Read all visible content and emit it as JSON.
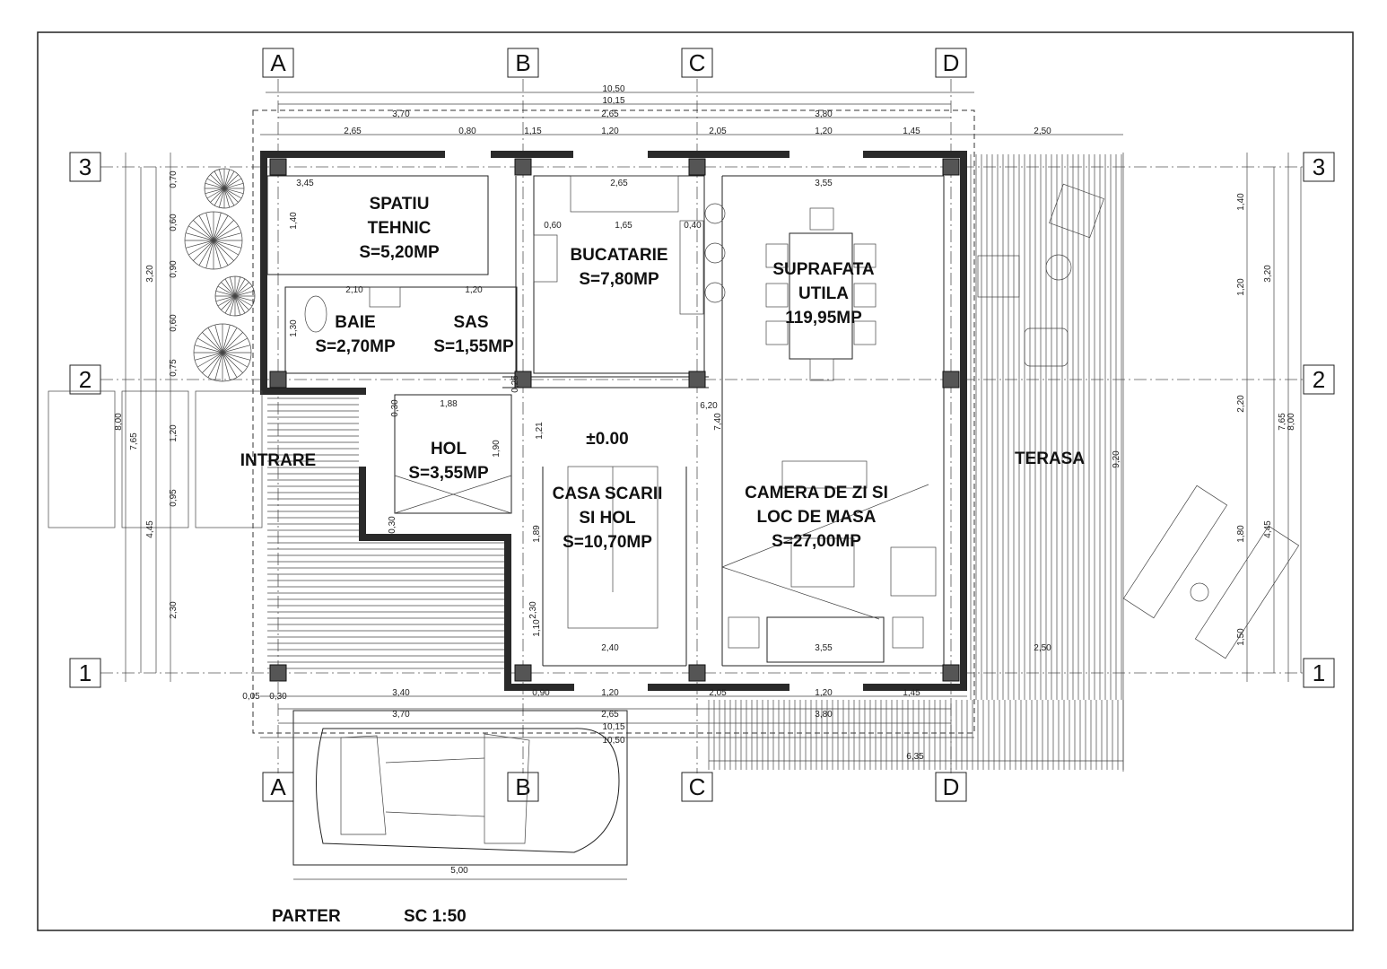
{
  "title": "PARTER",
  "scale": "SC 1:50",
  "axes": {
    "columns": [
      "A",
      "B",
      "C",
      "D"
    ],
    "rows": [
      "3",
      "2",
      "1"
    ]
  },
  "rooms": {
    "spatiu_tehnic": {
      "name_line1": "SPATIU",
      "name_line2": "TEHNIC",
      "area": "S=5,20MP"
    },
    "bucatarie": {
      "name": "BUCATARIE",
      "area": "S=7,80MP"
    },
    "suprafata_utila": {
      "name_line1": "SUPRAFATA",
      "name_line2": "UTILA",
      "area": "119,95MP"
    },
    "baie": {
      "name": "BAIE",
      "area": "S=2,70MP"
    },
    "sas": {
      "name": "SAS",
      "area": "S=1,55MP"
    },
    "hol": {
      "name": "HOL",
      "area": "S=3,55MP"
    },
    "level": "±0.00",
    "casa_scarii": {
      "name_line1": "CASA SCARII",
      "name_line2": "SI HOL",
      "area": "S=10,70MP"
    },
    "camera_de_zi": {
      "name_line1": "CAMERA DE ZI SI",
      "name_line2": "LOC DE MASA",
      "area": "S=27,00MP"
    },
    "intrare": "INTRARE",
    "terasa": "TERASA"
  },
  "dimensions": {
    "top": [
      "10,50",
      "10,15",
      "3,70",
      "2,65",
      "3,80",
      "2,65",
      "0,80",
      "1,15",
      "1,20",
      "2,05",
      "1,20",
      "1,45",
      "2,50"
    ],
    "bottom": [
      "0,05",
      "0,30",
      "3,40",
      "0,90",
      "1,20",
      "2,05",
      "1,20",
      "1,45",
      "3,70",
      "2,65",
      "3,80",
      "10,15",
      "10,50",
      "6,35",
      "5,00",
      "2,50"
    ],
    "left": [
      "8,00",
      "7,65",
      "3,20",
      "4,45",
      "0,70",
      "0,60",
      "0,90",
      "0,60",
      "0,75",
      "1,20",
      "0,95",
      "2,30"
    ],
    "right": [
      "1,40",
      "1,20",
      "2,20",
      "1,80",
      "1,50",
      "3,20",
      "7,65",
      "8,00",
      "9,20",
      "4,45"
    ],
    "interior": [
      "3,45",
      "2,65",
      "3,55",
      "0,60",
      "1,65",
      "0,40",
      "2,10",
      "1,20",
      "1,88",
      "6,20",
      "7,40",
      "2,40",
      "3,55",
      "0,30",
      "0,25",
      "0,30",
      "1,90",
      "1,21",
      "1,89",
      "1,10",
      "2,30",
      "1,30",
      "1,40"
    ]
  }
}
